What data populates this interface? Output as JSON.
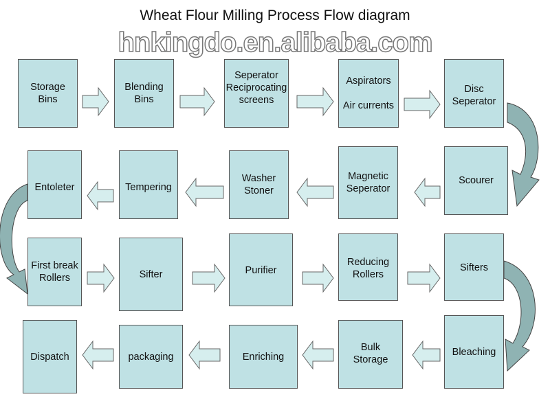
{
  "title": "Wheat Flour Milling Process Flow diagram",
  "watermark": "hnkingdo.en.alibaba.com",
  "colors": {
    "box_fill": "#bfe1e4",
    "arrow_fill": "#d6eeee",
    "curve_fill": "#8fb3b3",
    "border": "#555555"
  },
  "steps": [
    "Storage\nBins",
    "Blending\nBins",
    "Seperator\nReciprocating\nscreens",
    "Aspirators\n\nAir currents",
    "Disc\nSeperator",
    "Scourer",
    "Magnetic\nSeperator",
    "Washer\nStoner",
    "Tempering",
    "Entoleter",
    "First break\nRollers",
    "Sifter",
    "Purifier",
    "Reducing\nRollers",
    "Sifters",
    "Bleaching",
    "Bulk\nStorage",
    "Enriching",
    "packaging",
    "Dispatch"
  ]
}
